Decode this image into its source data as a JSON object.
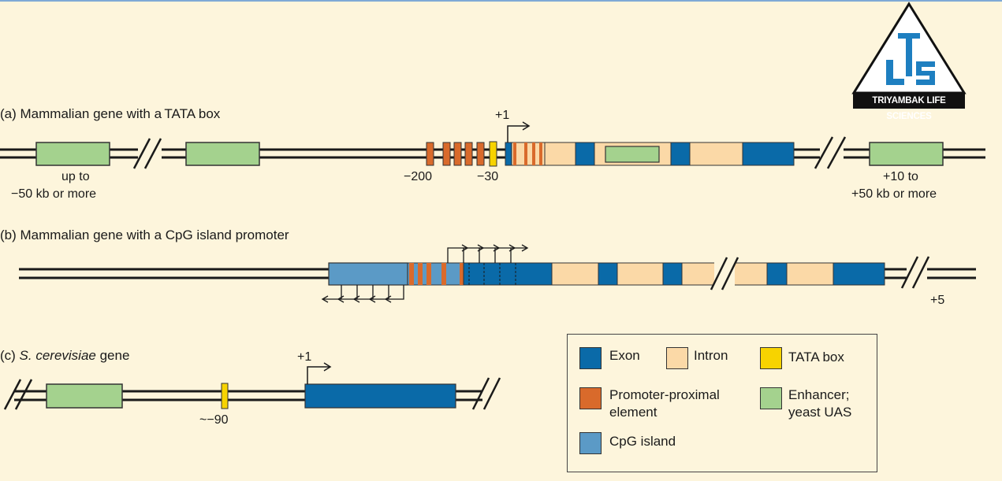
{
  "colors": {
    "exon": "#0a6aa8",
    "intron": "#fbd9a7",
    "tata": "#f7d300",
    "promoter": "#d96a2b",
    "enhancer": "#a4d28e",
    "cpg": "#5b9ac6",
    "background": "#fdf5dc"
  },
  "panel_a": {
    "title": "(a) Mammalian gene with a TATA box",
    "tss": "+1",
    "left_distance_1": "up to",
    "left_distance_2": "−50 kb or more",
    "pos_200": "−200",
    "pos_30": "−30",
    "right_distance_1": "+10 to",
    "right_distance_2": "+50 kb or more"
  },
  "panel_b": {
    "title": "(b) Mammalian gene with a CpG island promoter",
    "right_label": "+5"
  },
  "panel_c": {
    "title_prefix": "(c) ",
    "title_species": "S. cerevisiae",
    "title_suffix": " gene",
    "tss": "+1",
    "pos_90": "~−90"
  },
  "legend": {
    "exon": "Exon",
    "intron": "Intron",
    "tata": "TATA box",
    "promoter_1": "Promoter-proximal",
    "promoter_2": "element",
    "enhancer_1": "Enhancer;",
    "enhancer_2": "yeast UAS",
    "cpg": "CpG island"
  },
  "logo": {
    "letters": "LTS",
    "text": "TRIYAMBAK LIFE SCIENCES"
  }
}
